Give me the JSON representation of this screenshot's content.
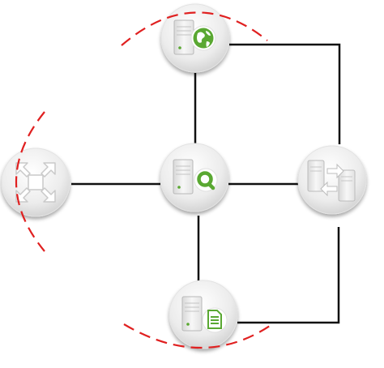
{
  "diagram": {
    "nodes": [
      {
        "id": "web",
        "icon": "globe-server-icon",
        "badge_color": "#5aa832"
      },
      {
        "id": "search",
        "icon": "search-server-icon",
        "badge_color": "#5aa832"
      },
      {
        "id": "document",
        "icon": "document-server-icon",
        "badge_color": "#5aa832"
      },
      {
        "id": "transfer",
        "icon": "server-transfer-icon",
        "badge_color": "#dcdcdc"
      },
      {
        "id": "hub",
        "icon": "hub-arrows-icon",
        "badge_color": "#dcdcdc"
      }
    ],
    "edges": [
      {
        "from": "web",
        "to": "search"
      },
      {
        "from": "web",
        "to": "transfer"
      },
      {
        "from": "hub",
        "to": "search"
      },
      {
        "from": "search",
        "to": "transfer"
      },
      {
        "from": "search",
        "to": "document"
      },
      {
        "from": "transfer",
        "to": "document"
      }
    ],
    "highlight_color": "#e02020",
    "line_color": "#111111"
  }
}
